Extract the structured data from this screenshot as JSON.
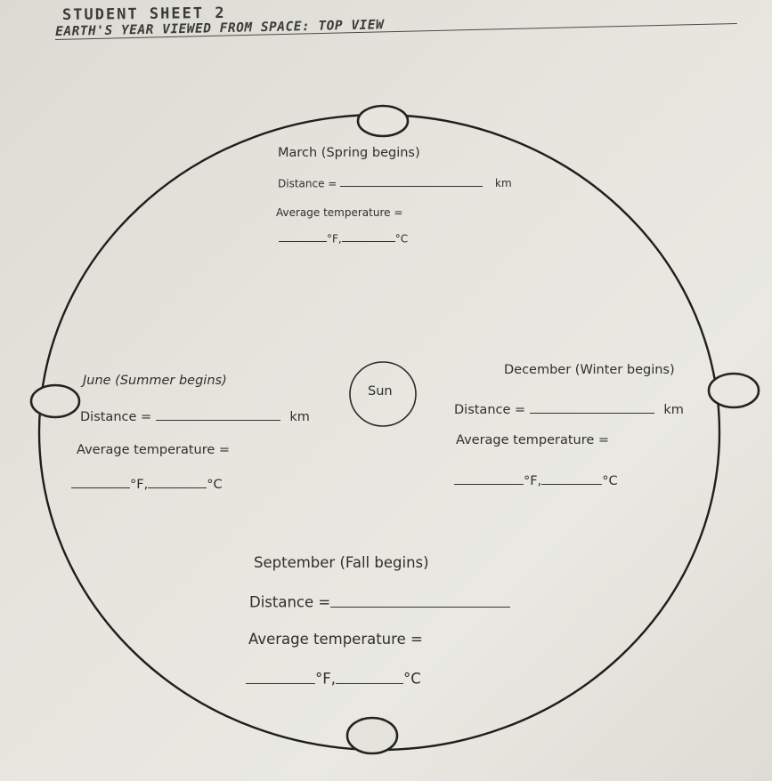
{
  "header": {
    "sheet_title": "STUDENT SHEET 2",
    "subtitle": "EARTH'S YEAR VIEWED FROM SPACE: TOP VIEW"
  },
  "sun": {
    "label": "Sun"
  },
  "march": {
    "heading": "March (Spring begins)",
    "distance_label": "Distance =",
    "distance_unit": "km",
    "avg_temp_label": "Average temperature =",
    "f_unit": "°F,",
    "c_unit": "°C"
  },
  "june": {
    "heading": "June (Summer begins)",
    "distance_label": "Distance =",
    "distance_unit": "km",
    "avg_temp_label": "Average temperature =",
    "f_unit": "°F,",
    "c_unit": "°C"
  },
  "december": {
    "heading": "December (Winter begins)",
    "distance_label": "Distance =",
    "distance_unit": "km",
    "avg_temp_label": "Average temperature =",
    "f_unit": "°F,",
    "c_unit": "°C"
  },
  "september": {
    "heading": "September (Fall begins)",
    "distance_label": "Distance =",
    "avg_temp_label": "Average temperature =",
    "f_unit": "°F,",
    "c_unit": "°C"
  }
}
